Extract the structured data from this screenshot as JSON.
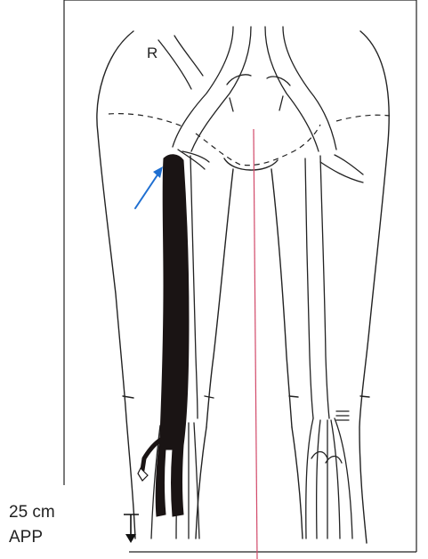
{
  "labels": {
    "side": "R",
    "measurement": "25 cm",
    "reference": "APP"
  },
  "colors": {
    "outline": "#222222",
    "thrombus": "#1a1414",
    "midline": "#d24a6a",
    "arrow": "#1f6fd1",
    "background": "#ffffff"
  },
  "icons": {
    "flow_arrow": "blue-arrow",
    "depth_marker": "down-arrow-marker"
  }
}
